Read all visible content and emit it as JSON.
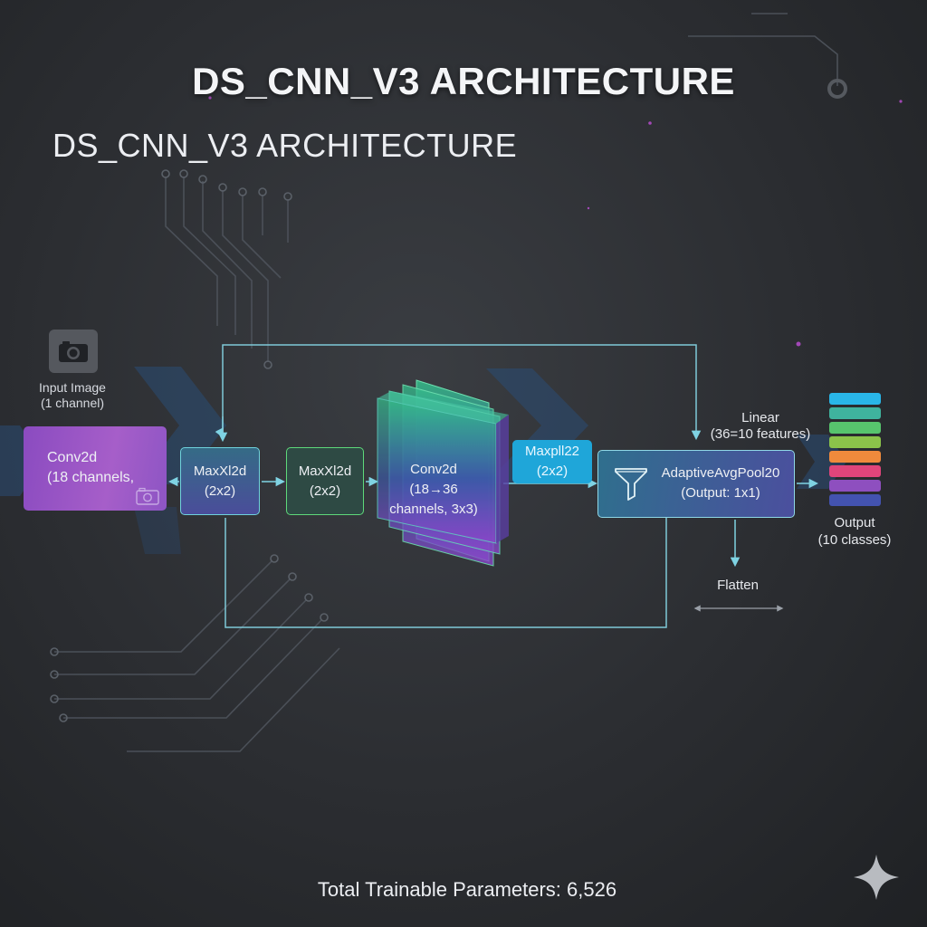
{
  "title": "DS_CNN_V3 ARCHITECTURE",
  "subtitle": "DS_CNN_V3 ARCHITECTURE",
  "input": {
    "line1": "Input Image",
    "line2": "(1 channel)",
    "icon": "camera-icon"
  },
  "nodes": {
    "conv1": {
      "line1": "Conv2d",
      "line2": "(18 channels,"
    },
    "maxpool_a": {
      "line1": "MaxXl2d",
      "line2": "(2x2)"
    },
    "maxpool_b": {
      "line1": "MaxXl2d",
      "line2": "(2x2)"
    },
    "conv2": {
      "line1": "Conv2d",
      "line2": "(18→36",
      "line3": "channels, 3x3)"
    },
    "maxpool_c": {
      "line1": "Maxpll22",
      "line2": "(2x2)"
    },
    "adaptive": {
      "line1": "AdaptiveAvgPool20",
      "line2": "(Output: 1x1)",
      "icon": "funnel-icon"
    },
    "linear": {
      "line1": "Linear",
      "line2": "(36=10 features)"
    },
    "flatten": {
      "label": "Flatten"
    },
    "output": {
      "line1": "Output",
      "line2": "(10 classes)"
    }
  },
  "output_bar_colors": [
    "#29b6e8",
    "#3fb39e",
    "#57c46d",
    "#8bc34a",
    "#f08a3c",
    "#e0457b",
    "#8e4fbf",
    "#4353b0"
  ],
  "footer": {
    "params": "Total Trainable Parameters: 6,526"
  },
  "colors": {
    "background": "#2b2d31",
    "accent_cyan": "#6fd2dc",
    "accent_purple": "#9b59c4",
    "accent_green": "#5ed97a"
  }
}
